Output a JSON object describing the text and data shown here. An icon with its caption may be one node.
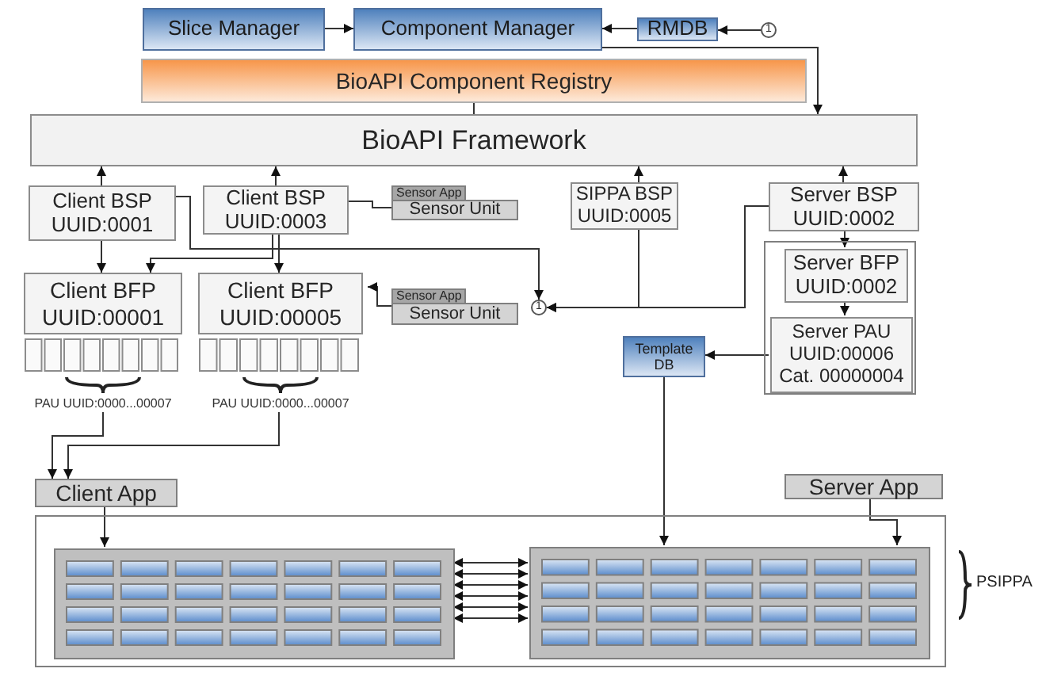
{
  "diagram": {
    "nodes": [
      {
        "text": [
          "Slice Manager"
        ]
      },
      {
        "text": [
          "Component Manager"
        ]
      },
      {
        "text": [
          "RMDB"
        ]
      },
      {
        "text": [
          "1"
        ]
      },
      {
        "text": [
          "BioAPI Component Registry"
        ]
      },
      {
        "text": [
          "BioAPI Framework"
        ]
      },
      {
        "text": [
          "Client BSP UUID:0001"
        ]
      },
      {
        "text": [
          "Client BSP UUID:0003"
        ]
      },
      {
        "text": [
          "Sensor App",
          "Sensor Unit"
        ]
      },
      {
        "text": [
          "SIPPA BSP UUID:0005"
        ]
      },
      {
        "text": [
          "Server BSP UUID:0002"
        ]
      },
      {
        "text": [],
        "shape": "box"
      },
      {
        "text": [
          "Server BFP UUID:0002"
        ],
        "in": 11
      },
      {
        "text": [
          "Server PAU UUID:00006 Cat. 00000004"
        ],
        "in": 11
      },
      {
        "text": [
          "Client BFP UUID:00001"
        ],
        "beside": [
          "PAU UUID:0000...00007"
        ]
      },
      {
        "text": [
          "Client BFP UUID:00005"
        ],
        "beside": [
          "PAU UUID:0000...00007"
        ]
      },
      {
        "text": [
          "Sensor App",
          "Sensor Unit"
        ]
      },
      {
        "text": [
          "1"
        ]
      },
      {
        "text": [
          "Template DB"
        ]
      },
      {
        "text": [
          "Client App"
        ]
      },
      {
        "text": [
          "Server App"
        ]
      },
      {
        "text": [],
        "shape": "box",
        "beside": [
          "PSIPPA"
        ]
      },
      {
        "text": [],
        "shape": "box",
        "in": 21
      },
      {
        "text": [],
        "shape": "box",
        "in": 21
      }
    ],
    "edges": [
      {
        "from": 0,
        "to": 1,
        "arrow": "to"
      },
      {
        "from": 2,
        "to": 1,
        "arrow": "to"
      },
      {
        "from": 3,
        "to": 2,
        "arrow": "to"
      },
      {
        "from": 1,
        "to": 5,
        "arrow": "to"
      },
      {
        "from": 4,
        "to": 5,
        "arrow": "none"
      },
      {
        "from": 6,
        "to": 5,
        "arrow": "to"
      },
      {
        "from": 7,
        "to": 5,
        "arrow": "to"
      },
      {
        "from": 9,
        "to": 5,
        "arrow": "to"
      },
      {
        "from": 10,
        "to": 5,
        "arrow": "to"
      },
      {
        "from": 7,
        "to": 8,
        "arrow": "none"
      },
      {
        "from": 6,
        "to": 14,
        "arrow": "to"
      },
      {
        "from": 7,
        "to": 14,
        "arrow": "to"
      },
      {
        "from": 7,
        "to": 15,
        "arrow": "to"
      },
      {
        "from": 16,
        "to": 15,
        "arrow": "to"
      },
      {
        "from": 6,
        "to": 17,
        "arrow": "to"
      },
      {
        "from": 9,
        "to": 17,
        "arrow": "to"
      },
      {
        "from": 10,
        "to": 17,
        "arrow": "to"
      },
      {
        "from": 10,
        "to": 12,
        "arrow": "to"
      },
      {
        "from": 12,
        "to": 13,
        "arrow": "to"
      },
      {
        "from": 13,
        "to": 18,
        "arrow": "to"
      },
      {
        "from": 14,
        "to": 19,
        "arrow": "to"
      },
      {
        "from": 15,
        "to": 19,
        "arrow": "to"
      },
      {
        "from": 18,
        "to": 23,
        "arrow": "to"
      },
      {
        "from": 19,
        "to": 22,
        "arrow": "to"
      },
      {
        "from": 20,
        "to": 23,
        "arrow": "to"
      },
      {
        "from": 22,
        "to": 23,
        "arrow": "both"
      },
      {
        "from": 22,
        "to": 23,
        "arrow": "both"
      },
      {
        "from": 22,
        "to": 23,
        "arrow": "both"
      },
      {
        "from": 22,
        "to": 23,
        "arrow": "both"
      },
      {
        "from": 22,
        "to": 23,
        "arrow": "both"
      },
      {
        "from": 22,
        "to": 23,
        "arrow": "both"
      }
    ]
  }
}
